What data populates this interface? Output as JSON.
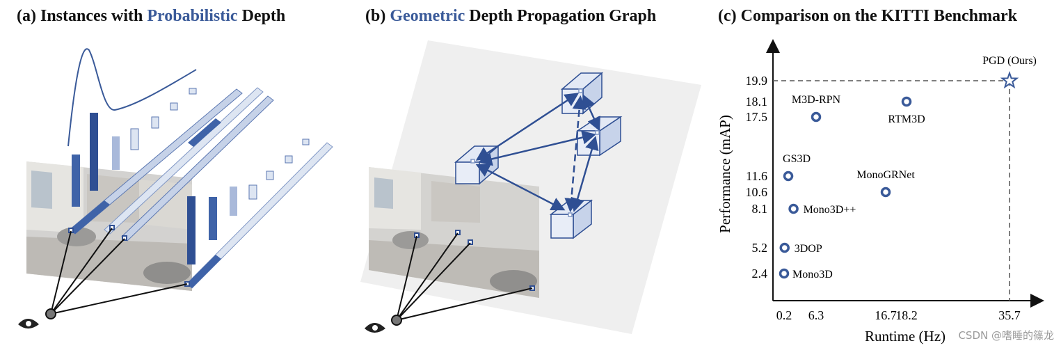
{
  "panels": {
    "a": {
      "prefix": "(a) Instances with ",
      "highlight": "Probabilistic",
      "suffix": " Depth"
    },
    "b": {
      "prefix": "(b) ",
      "highlight": "Geometric",
      "suffix": " Depth Propagation Graph"
    },
    "c": {
      "prefix": "(c) Comparison on the KITTI Benchmark",
      "highlight": "",
      "suffix": ""
    }
  },
  "colors": {
    "accent": "#3a5a99",
    "dark_bar": "#3f63a8",
    "light_bar": "#a9b9da",
    "pale_bar": "#dde5f2",
    "dash": "#555555"
  },
  "icons": {
    "viewer": "eye-icon",
    "camera_center": "camera-center-icon"
  },
  "chart_data": {
    "type": "scatter",
    "title": "(c) Comparison on the KITTI Benchmark",
    "xlabel": "Runtime (Hz)",
    "ylabel": "Performance (mAP)",
    "x_ticks": [
      "0.2",
      "6.3",
      "16.7",
      "18.2",
      "35.7"
    ],
    "y_ticks": [
      "2.4",
      "5.2",
      "8.1",
      "10.6",
      "11.6",
      "17.5",
      "18.1",
      "19.9"
    ],
    "points": [
      {
        "name": "Mono3D",
        "x": 0.2,
        "y": 2.4,
        "marker": "circle"
      },
      {
        "name": "3DOP",
        "x": 0.3,
        "y": 5.2,
        "marker": "circle"
      },
      {
        "name": "Mono3D++",
        "x": 2.0,
        "y": 8.1,
        "marker": "circle"
      },
      {
        "name": "GS3D",
        "x": 1.0,
        "y": 11.6,
        "marker": "circle"
      },
      {
        "name": "M3D-RPN",
        "x": 6.3,
        "y": 17.5,
        "marker": "circle"
      },
      {
        "name": "MonoGRNet",
        "x": 16.7,
        "y": 10.6,
        "marker": "circle"
      },
      {
        "name": "RTM3D",
        "x": 18.2,
        "y": 18.1,
        "marker": "circle"
      },
      {
        "name": "PGD (Ours)",
        "x": 35.7,
        "y": 19.9,
        "marker": "star"
      }
    ],
    "reference_lines": [
      "19.9",
      "35.7"
    ],
    "grid": false
  },
  "watermark": "CSDN @嗜睡的篠龙"
}
